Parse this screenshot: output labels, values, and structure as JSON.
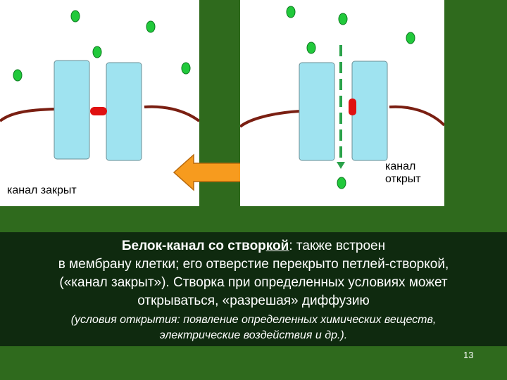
{
  "labels": {
    "closed": "канал закрыт",
    "open_line1": "канал",
    "open_line2": "открыт"
  },
  "text": {
    "title_bold_part1": "Белок-канал со створ",
    "title_bold_underline": "кой",
    "title_rest": ": также встроен",
    "line2": "в мембрану клетки; его отверстие перекрыто петлей-створкой,",
    "line3": "(«канал закрыт»). Створка при определенных условиях может",
    "line4": "открываться, «разрешая» диффузию",
    "italic_line1": "(условия открытия: появление определенных химических веществ,",
    "italic_line2": "электрические воздействия и др.)."
  },
  "page_number": "13",
  "colors": {
    "background": "#2f6a1d",
    "text_band": "#0f2a0f",
    "protein": "#9fe3f0",
    "membrane": "#7a1f12",
    "gate": "#e01010",
    "molecule": "#21c93b",
    "arrow": "#f79b1e",
    "dash": "#2aa24a"
  },
  "icons": {
    "arrow": "double-arrow-icon",
    "molecule": "molecule-icon"
  }
}
